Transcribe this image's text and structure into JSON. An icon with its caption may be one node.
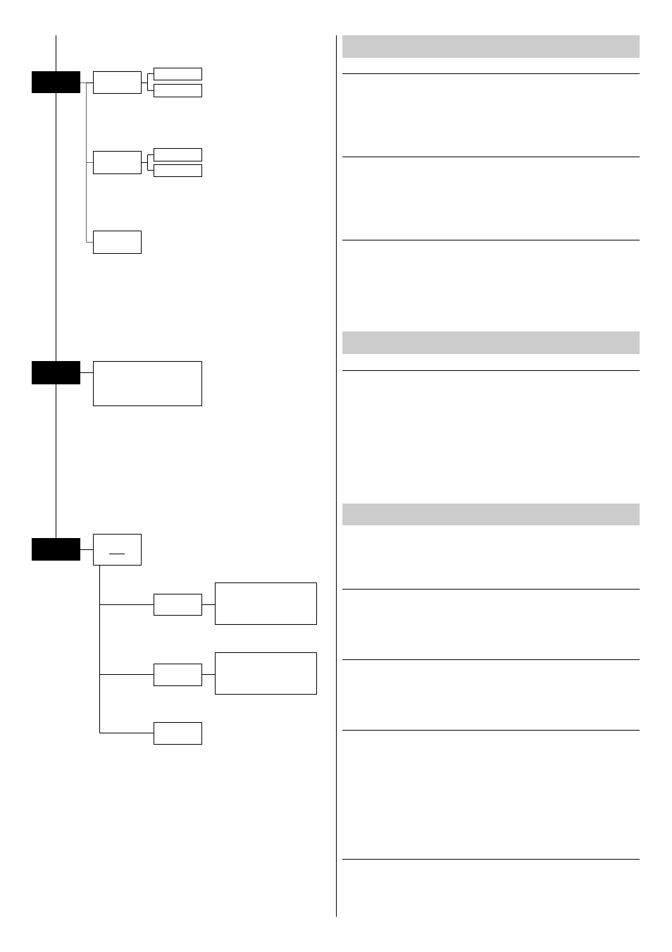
{
  "diagram": {
    "nodes": [
      {
        "text": [],
        "shape": "box"
      },
      {
        "text": [],
        "shape": "box"
      },
      {
        "text": [],
        "shape": "box"
      },
      {
        "text": [],
        "shape": "box"
      },
      {
        "text": [],
        "shape": "box"
      },
      {
        "text": [],
        "shape": "box"
      },
      {
        "text": [],
        "shape": "box"
      },
      {
        "text": [],
        "shape": "box"
      },
      {
        "text": [],
        "shape": "box"
      },
      {
        "text": [],
        "shape": "box"
      },
      {
        "text": [],
        "shape": "box"
      },
      {
        "text": [],
        "shape": "box"
      },
      {
        "text": [],
        "shape": "box"
      },
      {
        "text": [],
        "shape": "box"
      },
      {
        "text": [],
        "shape": "box"
      },
      {
        "text": [],
        "shape": "box"
      },
      {
        "text": [],
        "shape": "box"
      },
      {
        "text": [],
        "shape": "bar"
      },
      {
        "text": [],
        "shape": "bar"
      },
      {
        "text": [],
        "shape": "bar"
      }
    ],
    "edges": [
      {
        "from": null,
        "to": 0,
        "arrow": "none"
      },
      {
        "from": 0,
        "to": 8,
        "arrow": "none"
      },
      {
        "from": 8,
        "to": 10,
        "arrow": "none"
      },
      {
        "from": 0,
        "to": 1,
        "arrow": "none"
      },
      {
        "from": 0,
        "to": 4,
        "arrow": "none",
        "color": "#666666"
      },
      {
        "from": 0,
        "to": 7,
        "arrow": "none",
        "color": "#666666"
      },
      {
        "from": 1,
        "to": 2,
        "arrow": "none"
      },
      {
        "from": 1,
        "to": 3,
        "arrow": "none"
      },
      {
        "from": 4,
        "to": 5,
        "arrow": "none"
      },
      {
        "from": 4,
        "to": 6,
        "arrow": "none"
      },
      {
        "from": 8,
        "to": 9,
        "arrow": "none"
      },
      {
        "from": 10,
        "to": 11,
        "arrow": "none"
      },
      {
        "from": 11,
        "to": 12,
        "arrow": "none"
      },
      {
        "from": 11,
        "to": 14,
        "arrow": "none"
      },
      {
        "from": 11,
        "to": 16,
        "arrow": "none"
      },
      {
        "from": 12,
        "to": 13,
        "arrow": "none"
      },
      {
        "from": 14,
        "to": 15,
        "arrow": "none"
      }
    ]
  }
}
